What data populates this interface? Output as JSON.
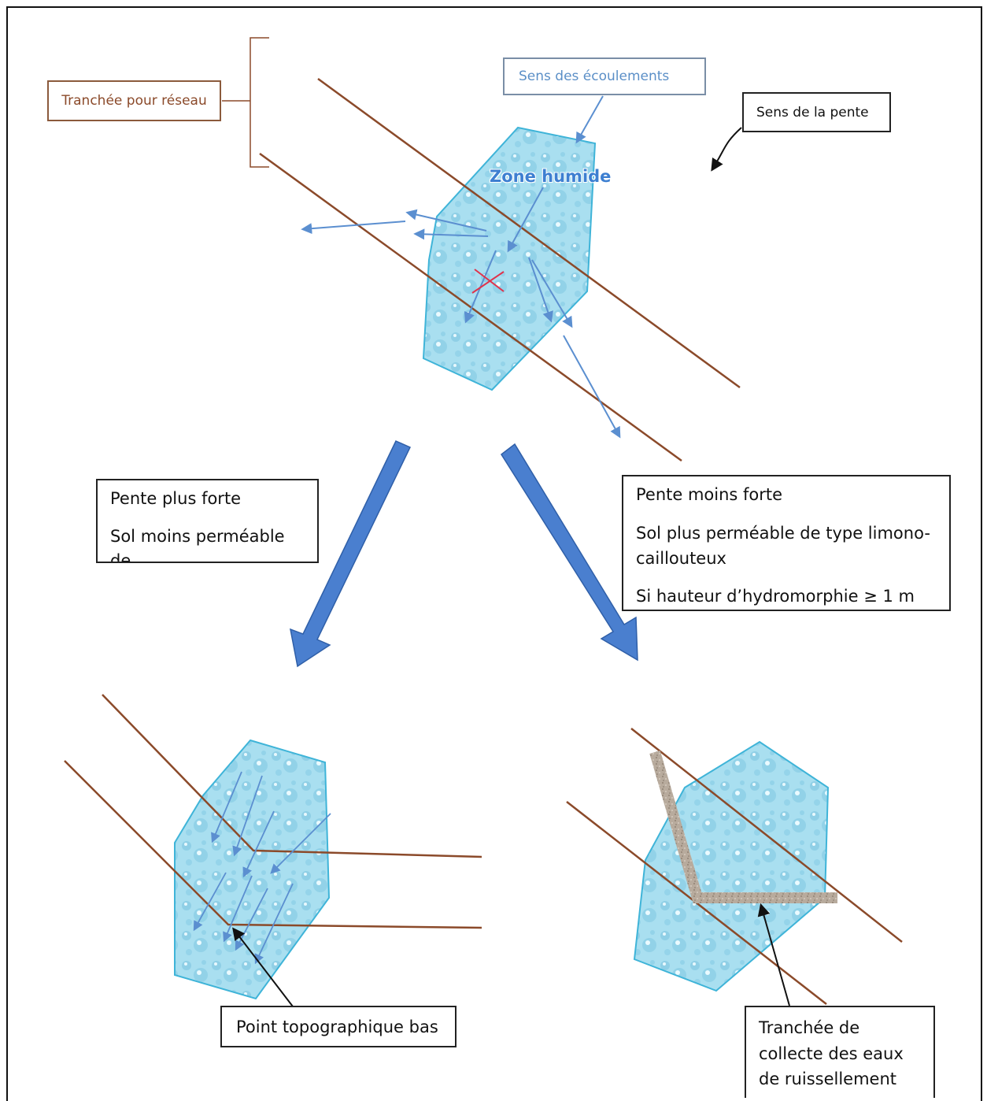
{
  "labels": {
    "tranchee_reseau": "Tranchée pour réseau",
    "sens_ecoulements": "Sens des écoulements",
    "sens_pente": "Sens de la pente",
    "zone_humide": "Zone humide",
    "left_box_line1": "Pente plus forte",
    "left_box_line2": "Sol moins perméable de",
    "right_box_line1": "Pente moins forte",
    "right_box_line2": "Sol plus perméable de type limono-caillouteux",
    "right_box_line3": "Si hauteur d’hydromorphie ≥ 1 m",
    "point_bas": "Point topographique bas",
    "tranchee_collecte": "Tranchée de collecte des eaux de ruissellement"
  },
  "colors": {
    "trench_line": "#8b4a2a",
    "wetland_fill": "#a9dff0",
    "wetland_edge": "#3fb4d8",
    "flow_arrow": "#5b8fd0",
    "big_arrow": "#4a7fcf",
    "cross": "#e0334b",
    "gravel": "#b3a596"
  }
}
